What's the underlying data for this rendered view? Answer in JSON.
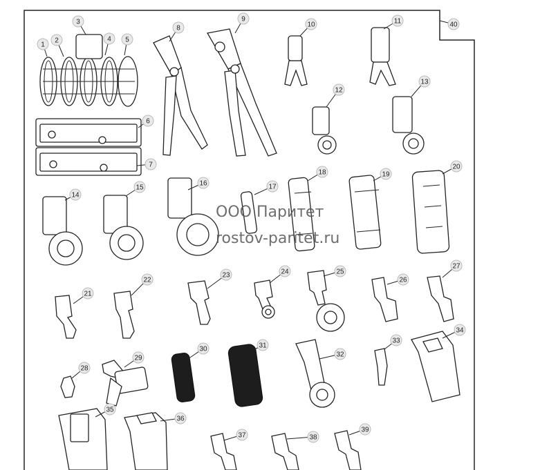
{
  "diagram": {
    "watermark": {
      "line1": "ООО Паритет",
      "line2": "rostov-paritet.ru"
    },
    "callouts": [
      "1",
      "2",
      "3",
      "4",
      "5",
      "6",
      "7",
      "8",
      "9",
      "10",
      "11",
      "12",
      "13",
      "14",
      "15",
      "16",
      "17",
      "18",
      "19",
      "20",
      "21",
      "22",
      "23",
      "24",
      "25",
      "26",
      "27",
      "28",
      "29",
      "30",
      "31",
      "32",
      "33",
      "34",
      "35",
      "36",
      "37",
      "38",
      "39",
      "40"
    ]
  }
}
